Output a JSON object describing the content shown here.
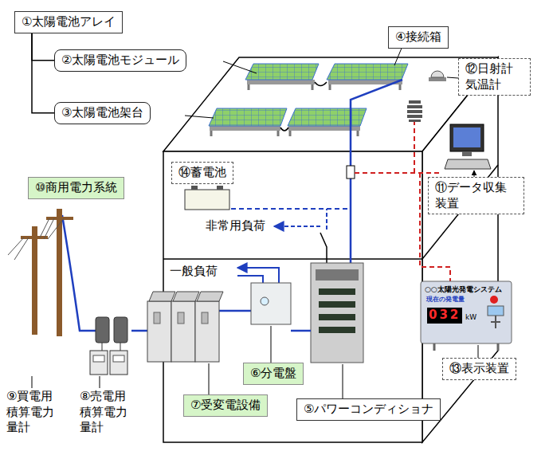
{
  "diagram": {
    "nodes": [
      {
        "text": [
          "①太陽電池アレイ"
        ]
      },
      {
        "text": [
          "②太陽電池モジュール"
        ]
      },
      {
        "text": [
          "④接続箱"
        ]
      },
      {
        "text": [
          "③太陽電池架台"
        ]
      },
      {
        "text": [
          "⑫日射計 気温計"
        ]
      },
      {
        "text": [
          "⑭蓄電池"
        ]
      },
      {
        "text": [
          "⑩商用電力系統"
        ]
      },
      {
        "text": [
          "⑪データ収集 装置"
        ]
      },
      {
        "text": [
          "⑥分電盤"
        ]
      },
      {
        "text": [
          "⑬表示装置"
        ]
      },
      {
        "text": [
          "⑦受変電設備"
        ]
      },
      {
        "text": [
          "⑤パワーコンディショナ"
        ]
      }
    ],
    "edges": [
      {
        "from": 0,
        "to": 1,
        "arrow": "none"
      },
      {
        "from": 0,
        "to": 3,
        "arrow": "none"
      }
    ],
    "labels": [
      "非常用負荷",
      "一般負荷",
      "○○太陽光発電システム",
      "現在の発電量",
      "032",
      "kW",
      "⑨買電用 積算電力 量計",
      "⑧売電用 積算電力 量計"
    ]
  }
}
